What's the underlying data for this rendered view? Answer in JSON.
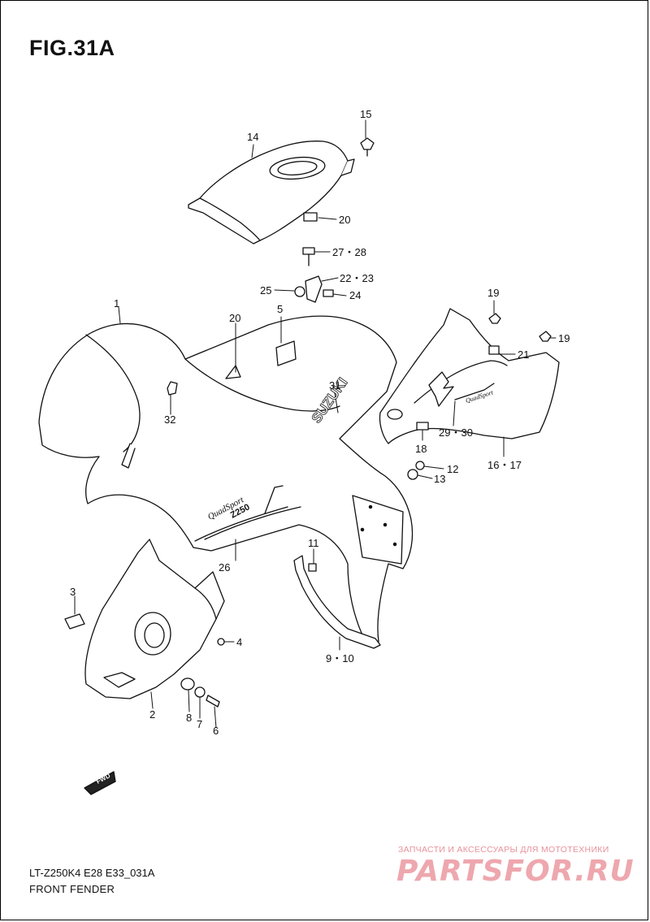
{
  "figure_title": "FIG.31A",
  "model_code": "LT-Z250K4 E28 E33_031A",
  "section_name": "FRONT FENDER",
  "watermark": {
    "tagline": "ЗАПЧАСТИ И АКСЕССУАРЫ ДЛЯ МОТОТЕХНИКИ",
    "logo_text": "PARTSFOR.RU",
    "color": "#e8959d"
  },
  "decals": {
    "brand": "SUZUKI",
    "model": "QuadSport",
    "model_sub": "Z250"
  },
  "fwd_arrow_text": "FWD",
  "callouts": [
    {
      "id": "1",
      "text": "1"
    },
    {
      "id": "2",
      "text": "2"
    },
    {
      "id": "3",
      "text": "3"
    },
    {
      "id": "4",
      "text": "4"
    },
    {
      "id": "5",
      "text": "5"
    },
    {
      "id": "6",
      "text": "6"
    },
    {
      "id": "7",
      "text": "7"
    },
    {
      "id": "8",
      "text": "8"
    },
    {
      "id": "9-10",
      "text": "9・10"
    },
    {
      "id": "11",
      "text": "11"
    },
    {
      "id": "12",
      "text": "12"
    },
    {
      "id": "13",
      "text": "13"
    },
    {
      "id": "14",
      "text": "14"
    },
    {
      "id": "15",
      "text": "15"
    },
    {
      "id": "16-17",
      "text": "16・17"
    },
    {
      "id": "18",
      "text": "18"
    },
    {
      "id": "19a",
      "text": "19"
    },
    {
      "id": "19b",
      "text": "19"
    },
    {
      "id": "20a",
      "text": "20"
    },
    {
      "id": "20b",
      "text": "20"
    },
    {
      "id": "21",
      "text": "21"
    },
    {
      "id": "22-23",
      "text": "22・23"
    },
    {
      "id": "24",
      "text": "24"
    },
    {
      "id": "25",
      "text": "25"
    },
    {
      "id": "26",
      "text": "26"
    },
    {
      "id": "27-28",
      "text": "27・28"
    },
    {
      "id": "29-30",
      "text": "29・30"
    },
    {
      "id": "31",
      "text": "31"
    },
    {
      "id": "32",
      "text": "32"
    }
  ]
}
